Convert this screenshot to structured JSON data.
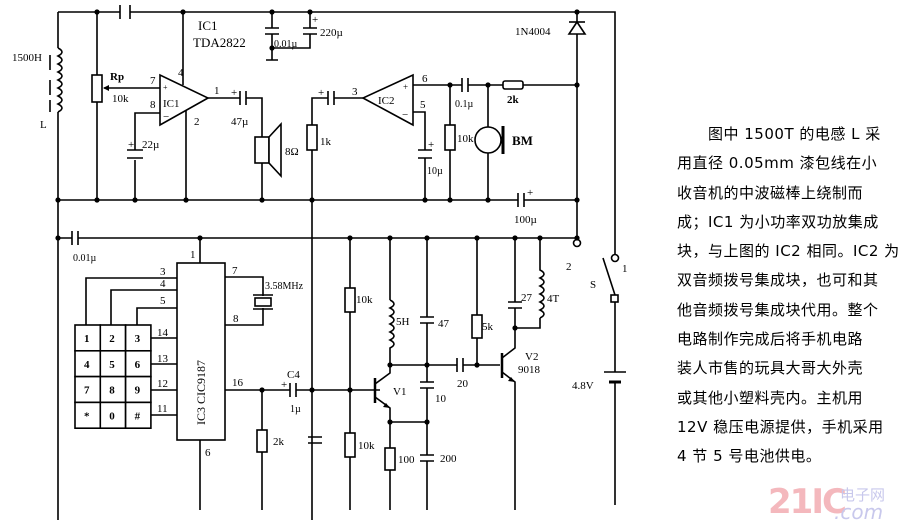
{
  "labels": {
    "inductor_value": "1500H",
    "inductor_name": "L",
    "pot_name": "Rp",
    "pot_value": "10k",
    "ic1_name": "IC1",
    "ic1_part": "TDA2822",
    "ic1_body": "IC1",
    "cap_22": "22µ",
    "cap_47": "47µ",
    "speaker": "8Ω",
    "cap_001_top": "0.01µ",
    "cap_220": "220µ",
    "res_1k": "1k",
    "ic2_body": "IC2",
    "cap_10u": "10µ",
    "cap_01": "0.1µ",
    "res_2k_top": "2k",
    "res_10k_mic": "10k",
    "mic": "BM",
    "diode": "1N4004",
    "cap_100": "100µ",
    "cap_001_left": "0.01µ",
    "ic3": "IC3  CIC9187",
    "crystal": "3.58MHz",
    "c4_name": "C4",
    "c4_value": "1µ",
    "res_2k_bottom": "2k",
    "res_10k_a": "10k",
    "res_10k_b": "10k",
    "ind_5h": "5H",
    "cap_47p": "47",
    "cap_10p": "10",
    "cap_20": "20",
    "res_100": "100",
    "cap_200": "200",
    "res_5k": "5k",
    "v1": "V1",
    "v2": "V2",
    "v2_part": "9018",
    "cap_27": "27",
    "ind_4t": "4T",
    "switch": "S",
    "switch_t1": "1",
    "switch_t2": "2",
    "battery": "4.8V",
    "plus": "+",
    "minus": "−",
    "pins": {
      "p1": "1",
      "p2": "2",
      "p3": "3",
      "p4": "4",
      "p5": "5",
      "p6": "6",
      "p7": "7",
      "p8": "8",
      "p11": "11",
      "p12": "12",
      "p13": "13",
      "p14": "14",
      "p16": "16"
    }
  },
  "keypad": [
    "1",
    "2",
    "3",
    "4",
    "5",
    "6",
    "7",
    "8",
    "9",
    "*",
    "0",
    "#"
  ],
  "description": [
    "　　图中 1500T 的电感 L 采",
    "用直径 0.05mm 漆包线在小",
    "收音机的中波磁棒上绕制而",
    "成；IC1 为小功率双功放集成",
    "块，与上图的 IC2 相同。IC2 为",
    "双音频拨号集成块，也可和其",
    "他音频拨号集成块代用。整个",
    "电路制作完成后将手机电路",
    "装人市售的玩具大哥大外壳",
    "或其他小塑料壳内。主机用",
    "12V 稳压电源提供，手机采用",
    "4 节 5 号电池供电。"
  ],
  "watermark": {
    "number": "21IC",
    "cn": "电子网",
    "domain": ".com"
  }
}
